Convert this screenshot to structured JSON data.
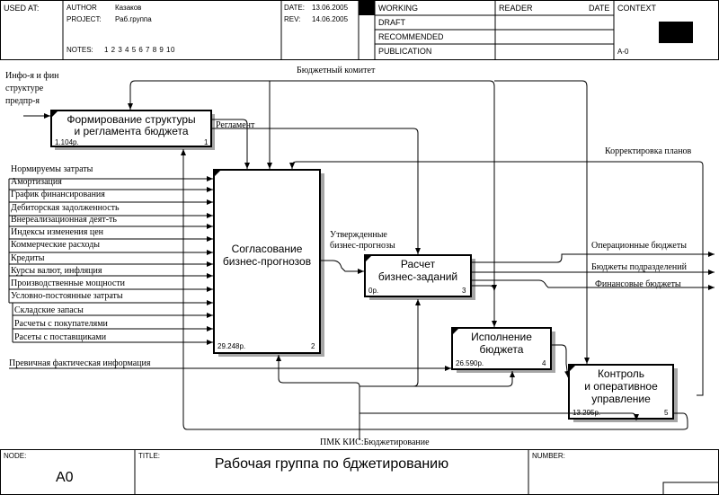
{
  "header": {
    "used_at": "USED AT:",
    "author_label": "AUTHOR",
    "author_value": "Казаков",
    "project_label": "PROJECT:",
    "project_value": "Раб.группа",
    "notes_label": "NOTES:",
    "notes_numbers": "1  2  3  4  5  6  7  8  9  10",
    "date_label": "DATE:",
    "date_value": "13.06.2005",
    "rev_label": "REV:",
    "rev_value": "14.06.2005",
    "status": [
      "WORKING",
      "DRAFT",
      "RECOMMENDED",
      "PUBLICATION"
    ],
    "reader": "READER",
    "date2": "DATE",
    "context": "CONTEXT",
    "context_id": "A-0"
  },
  "footer": {
    "node_label": "NODE:",
    "node_value": "A0",
    "title_label": "TITLE:",
    "title_value": "Рабочая группа по бджетированию",
    "number_label": "NUMBER:"
  },
  "boxes": [
    {
      "title_line1": "Формирование структуры",
      "title_line2": "и регламента бюджета",
      "cost": "1.104р.",
      "num": "1"
    },
    {
      "title_line1": "Согласование",
      "title_line2": "бизнес-прогнозов",
      "cost": "29.248р.",
      "num": "2"
    },
    {
      "title_line1": "Расчет",
      "title_line2": "бизнес-заданий",
      "cost": "0р.",
      "num": "3"
    },
    {
      "title_line1": "Исполнение",
      "title_line2": "бюджета",
      "cost": "26.590р.",
      "num": "4"
    },
    {
      "title_line1": "Контроль",
      "title_line2": "и оперативное",
      "title_line3": "управление",
      "cost": "13.295р.",
      "num": "5"
    }
  ],
  "arrows": {
    "budget_committee": "Бюджетный комитет",
    "info_struct_1": "Инфо-я и фин",
    "info_struct_2": "структуре",
    "info_struct_3": "предпр-я",
    "reglament": "Регламент",
    "correction": "Корректировка планов",
    "approved_1": "Утвержденные",
    "approved_2": "бизнес-прогнозы",
    "primary_info": "Превичная фактическая информация",
    "pmk": "ПМК КИС:Бюджетирование",
    "outputs": [
      "Операционные бюджеты",
      "Бюджеты подразделений",
      "Финансовые бюджеты"
    ],
    "inputs": [
      "Нормируемы затраты",
      "Амортизация",
      "График финансирования",
      "Дебиторская задолженность",
      "Внереализационная деят-ть",
      "Индексы изменения цен",
      "Коммерческие расходы",
      "Кредиты",
      "Курсы валют, инфляция",
      "Производственные мощности",
      "Условно-постоянные затраты",
      "Складские запасы",
      "Расчеты с покупателями",
      "Расеты с поставщиками"
    ]
  }
}
